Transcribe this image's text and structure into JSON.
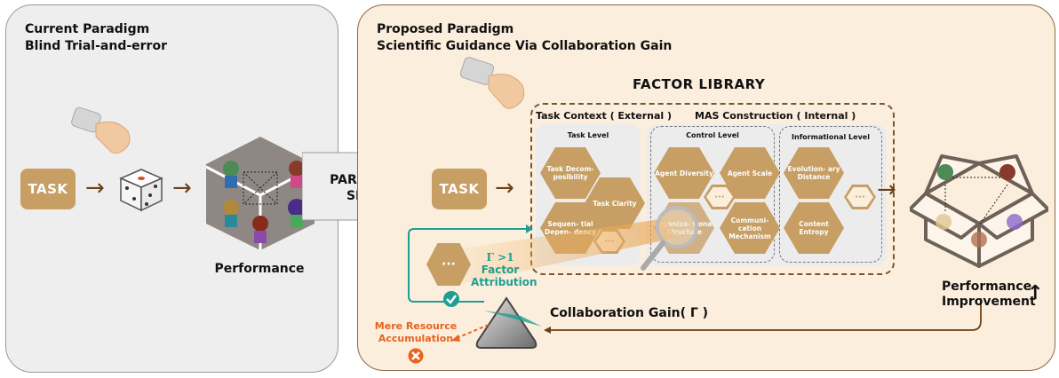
{
  "left_panel": {
    "title_line1": "Current Paradigm",
    "title_line2": "Blind Trial-and-error",
    "task_label": "TASK",
    "arrow": "→",
    "dice_icon": "dice-icon",
    "result_label": "Performance"
  },
  "shift": {
    "line1": "PARADIGM",
    "line2": "SHIFT"
  },
  "right_panel": {
    "title_line1": "Proposed Paradigm",
    "title_line2": "Scientific Guidance Via Collaboration Gain",
    "task_label": "TASK",
    "arrow": "→",
    "library": {
      "title": "FACTOR LIBRARY",
      "external_title": "Task Context ( External )",
      "internal_title": "MAS Construction ( Internal )",
      "task_level": {
        "title": "Task Level",
        "factors": [
          "Task Decom- posibility",
          "Task Clarity",
          "Sequen- tial Depen- dency"
        ],
        "more": "···"
      },
      "control_level": {
        "title": "Control Level",
        "factors": [
          "Agent Diversity",
          "Agent Scale",
          "Organiza- tional Structure",
          "Communi- cation Mechanism"
        ],
        "more": "···"
      },
      "informational_level": {
        "title": "Informational Level",
        "factors": [
          "Evolution- ary Distance",
          "Content Entropy"
        ],
        "more": "···"
      }
    },
    "attribution": {
      "hex_label": "···",
      "condition": "Γ >1",
      "line1": "Factor",
      "line2": "Attribution",
      "check_icon": "check-circle-icon"
    },
    "rejection": {
      "line1": "Mere Resource",
      "line2": "Accumulation",
      "x_icon": "x-circle-icon"
    },
    "gain_label": "Collaboration Gain( Γ )",
    "result_line1": "Performance",
    "result_line2": "Improvement",
    "up_arrow": "↑"
  },
  "colors": {
    "task_brown": "#c79e63",
    "arrow_brown": "#6b4016",
    "teal": "#1f9e94",
    "orange": "#e8631e",
    "right_bg": "#fbeedc",
    "left_bg": "#eeeeee"
  }
}
